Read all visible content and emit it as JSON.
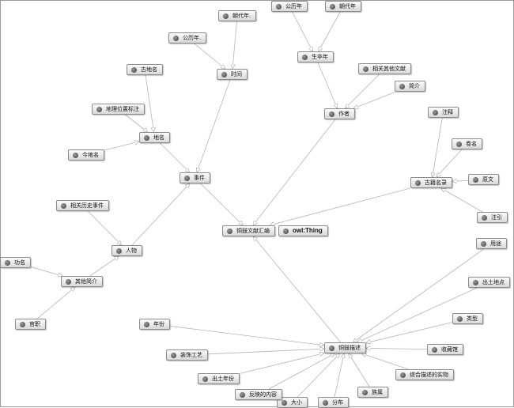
{
  "diagram": {
    "nodes": [
      {
        "id": "sj",
        "label": "事件"
      },
      {
        "id": "sj_time",
        "label": "时间"
      },
      {
        "id": "gly",
        "label": "公历年."
      },
      {
        "id": "cdn",
        "label": "朝代年."
      },
      {
        "id": "dm",
        "label": "地名"
      },
      {
        "id": "gdm",
        "label": "古地名"
      },
      {
        "id": "dlwz",
        "label": "地理位置标注"
      },
      {
        "id": "jdm",
        "label": "今地名"
      },
      {
        "id": "rw",
        "label": "人物"
      },
      {
        "id": "xgls",
        "label": "相关历史事件"
      },
      {
        "id": "qtjj",
        "label": "其他简介"
      },
      {
        "id": "gm",
        "label": "功名"
      },
      {
        "id": "gz",
        "label": "官职"
      },
      {
        "id": "tgwxhb",
        "label": "铜鼓文献汇编"
      },
      {
        "id": "owl",
        "label": "owl:Thing"
      },
      {
        "id": "zz",
        "label": "作者"
      },
      {
        "id": "szn",
        "label": "生卒年"
      },
      {
        "id": "gln2",
        "label": "公历年"
      },
      {
        "id": "cdn2",
        "label": "朝代年"
      },
      {
        "id": "xgqt",
        "label": "相关其他文献"
      },
      {
        "id": "jj",
        "label": "简介"
      },
      {
        "id": "gjml",
        "label": "古籍名录"
      },
      {
        "id": "zs",
        "label": "注释"
      },
      {
        "id": "jm",
        "label": "卷名"
      },
      {
        "id": "yw",
        "label": "原文"
      },
      {
        "id": "zy",
        "label": "注引"
      },
      {
        "id": "tgms",
        "label": "铜鼓描述"
      },
      {
        "id": "yt",
        "label": "用途"
      },
      {
        "id": "ctdd",
        "label": "出土地点"
      },
      {
        "id": "lx",
        "label": "类型"
      },
      {
        "id": "scg",
        "label": "收藏馆"
      },
      {
        "id": "zhms",
        "label": "综合描述的实物"
      },
      {
        "id": "zs2",
        "label": "族属"
      },
      {
        "id": "fb",
        "label": "分布"
      },
      {
        "id": "dx",
        "label": "大小"
      },
      {
        "id": "fydnr",
        "label": "反映的内容"
      },
      {
        "id": "ctnf",
        "label": "出土年份"
      },
      {
        "id": "zsgy",
        "label": "装饰工艺"
      },
      {
        "id": "nf",
        "label": "年份"
      }
    ],
    "edges": [
      [
        "tgwxhb",
        "sj"
      ],
      [
        "sj",
        "sj_time"
      ],
      [
        "sj_time",
        "gly"
      ],
      [
        "sj_time",
        "cdn"
      ],
      [
        "sj",
        "dm"
      ],
      [
        "dm",
        "gdm"
      ],
      [
        "dm",
        "dlwz"
      ],
      [
        "dm",
        "jdm"
      ],
      [
        "sj",
        "rw"
      ],
      [
        "rw",
        "xgls"
      ],
      [
        "rw",
        "qtjj"
      ],
      [
        "qtjj",
        "gm"
      ],
      [
        "qtjj",
        "gz"
      ],
      [
        "tgwxhb",
        "zz"
      ],
      [
        "zz",
        "szn"
      ],
      [
        "szn",
        "gln2"
      ],
      [
        "szn",
        "cdn2"
      ],
      [
        "zz",
        "xgqt"
      ],
      [
        "zz",
        "jj"
      ],
      [
        "tgwxhb",
        "gjml"
      ],
      [
        "gjml",
        "zs"
      ],
      [
        "gjml",
        "jm"
      ],
      [
        "gjml",
        "yw"
      ],
      [
        "gjml",
        "zy"
      ],
      [
        "tgwxhb",
        "tgms"
      ],
      [
        "tgms",
        "yt"
      ],
      [
        "tgms",
        "ctdd"
      ],
      [
        "tgms",
        "lx"
      ],
      [
        "tgms",
        "scg"
      ],
      [
        "tgms",
        "zhms"
      ],
      [
        "tgms",
        "zs2"
      ],
      [
        "tgms",
        "fb"
      ],
      [
        "tgms",
        "dx"
      ],
      [
        "tgms",
        "fydnr"
      ],
      [
        "tgms",
        "ctnf"
      ],
      [
        "tgms",
        "zsgy"
      ],
      [
        "tgms",
        "nf"
      ]
    ]
  }
}
